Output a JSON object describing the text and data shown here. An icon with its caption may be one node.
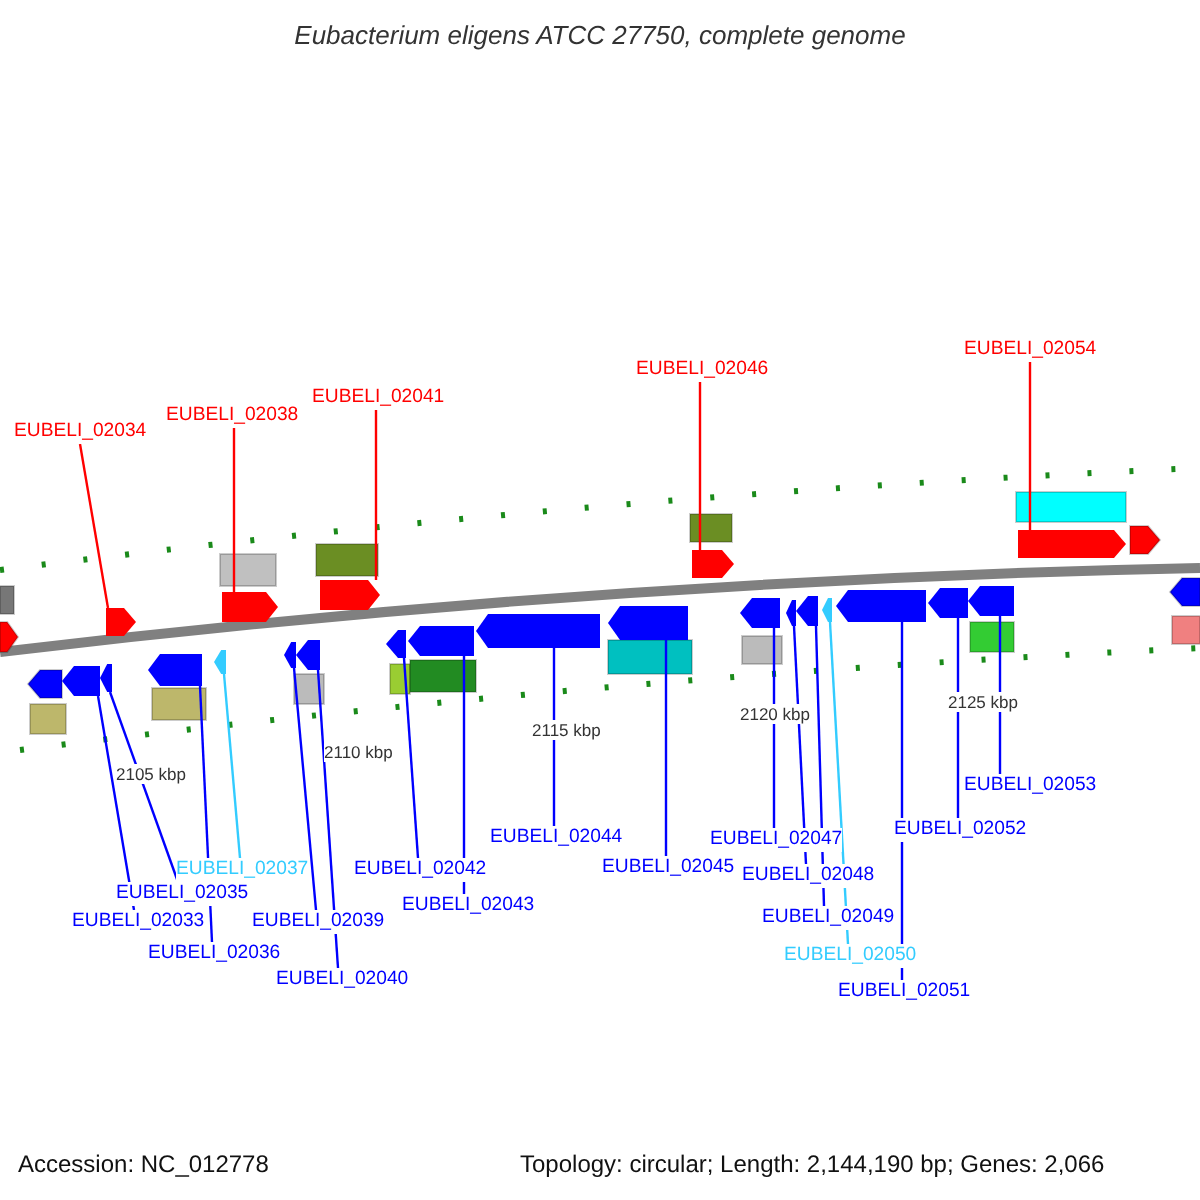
{
  "diagram": {
    "title": "Eubacterium eligens ATCC 27750, complete genome",
    "nodes": [
      {
        "text": [
          "EUBELI_02033"
        ]
      },
      {
        "text": [],
        "shape": "arrow"
      },
      {
        "text": [
          "EUBELI_02034"
        ]
      },
      {
        "text": [],
        "shape": "arrow"
      },
      {
        "text": [
          "EUBELI_02035"
        ]
      },
      {
        "text": [],
        "shape": "arrow"
      },
      {
        "text": [
          "EUBELI_02036"
        ]
      },
      {
        "text": [],
        "shape": "arrow"
      },
      {
        "text": [
          "EUBELI_02037"
        ]
      },
      {
        "text": [],
        "shape": "arrow"
      },
      {
        "text": [
          "EUBELI_02038"
        ]
      },
      {
        "text": [],
        "shape": "arrow"
      },
      {
        "text": [
          "EUBELI_02039"
        ]
      },
      {
        "text": [],
        "shape": "arrow"
      },
      {
        "text": [
          "EUBELI_02040"
        ]
      },
      {
        "text": [],
        "shape": "arrow"
      },
      {
        "text": [
          "EUBELI_02041"
        ]
      },
      {
        "text": [],
        "shape": "arrow"
      },
      {
        "text": [
          "EUBELI_02042"
        ]
      },
      {
        "text": [],
        "shape": "arrow"
      },
      {
        "text": [
          "EUBELI_02043"
        ]
      },
      {
        "text": [],
        "shape": "arrow"
      },
      {
        "text": [
          "EUBELI_02044"
        ]
      },
      {
        "text": [],
        "shape": "arrow"
      },
      {
        "text": [
          "EUBELI_02045"
        ]
      },
      {
        "text": [],
        "shape": "arrow"
      },
      {
        "text": [
          "EUBELI_02046"
        ]
      },
      {
        "text": [],
        "shape": "arrow"
      },
      {
        "text": [
          "EUBELI_02047"
        ]
      },
      {
        "text": [],
        "shape": "arrow"
      },
      {
        "text": [
          "EUBELI_02048"
        ]
      },
      {
        "text": [],
        "shape": "arrow"
      },
      {
        "text": [
          "EUBELI_02049"
        ]
      },
      {
        "text": [],
        "shape": "arrow"
      },
      {
        "text": [
          "EUBELI_02050"
        ]
      },
      {
        "text": [],
        "shape": "arrow"
      },
      {
        "text": [
          "EUBELI_02051"
        ]
      },
      {
        "text": [],
        "shape": "arrow"
      },
      {
        "text": [
          "EUBELI_02052"
        ]
      },
      {
        "text": [],
        "shape": "arrow"
      },
      {
        "text": [
          "EUBELI_02053"
        ]
      },
      {
        "text": [],
        "shape": "arrow"
      },
      {
        "text": [
          "EUBELI_02054"
        ]
      },
      {
        "text": [],
        "shape": "arrow"
      }
    ],
    "edges": [
      {
        "from": 0,
        "to": 1,
        "arrow": "none"
      },
      {
        "from": 2,
        "to": 3,
        "arrow": "none",
        "color": "#ff0000"
      },
      {
        "from": 4,
        "to": 5,
        "arrow": "none"
      },
      {
        "from": 6,
        "to": 7,
        "arrow": "none"
      },
      {
        "from": 8,
        "to": 9,
        "arrow": "none",
        "color": "#33ccff"
      },
      {
        "from": 10,
        "to": 11,
        "arrow": "none",
        "color": "#ff0000"
      },
      {
        "from": 12,
        "to": 13,
        "arrow": "none"
      },
      {
        "from": 14,
        "to": 15,
        "arrow": "none"
      },
      {
        "from": 16,
        "to": 17,
        "arrow": "none",
        "color": "#ff0000"
      },
      {
        "from": 18,
        "to": 19,
        "arrow": "none"
      },
      {
        "from": 20,
        "to": 21,
        "arrow": "none"
      },
      {
        "from": 22,
        "to": 23,
        "arrow": "none"
      },
      {
        "from": 24,
        "to": 25,
        "arrow": "none"
      },
      {
        "from": 26,
        "to": 27,
        "arrow": "none",
        "color": "#ff0000"
      },
      {
        "from": 28,
        "to": 29,
        "arrow": "none"
      },
      {
        "from": 30,
        "to": 31,
        "arrow": "none"
      },
      {
        "from": 32,
        "to": 33,
        "arrow": "none"
      },
      {
        "from": 34,
        "to": 35,
        "arrow": "none",
        "color": "#33ccff"
      },
      {
        "from": 36,
        "to": 37,
        "arrow": "none"
      },
      {
        "from": 38,
        "to": 39,
        "arrow": "none"
      },
      {
        "from": 40,
        "to": 41,
        "arrow": "none"
      },
      {
        "from": 42,
        "to": 43,
        "arrow": "none",
        "color": "#ff0000"
      }
    ],
    "labels": [
      "2125 kbp",
      "2120 kbp",
      "2115 kbp",
      "2110 kbp",
      "2105 kbp",
      "Accession: NC_012778",
      "Topology: circular; Length: 2,144,190 bp; Genes: 2,066"
    ]
  }
}
